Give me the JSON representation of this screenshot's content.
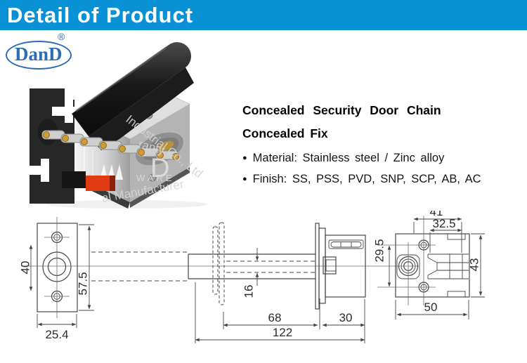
{
  "header": {
    "title": "Detail of Product"
  },
  "logo": {
    "brand": "DanD",
    "registered": "®"
  },
  "info": {
    "bullet_char": "●",
    "title_line1": "Concealed Security Door Chain",
    "title_line2": "Concealed Fix",
    "bullet1": "Material: Stainless steel / Zinc alloy",
    "bullet2": "Finish: SS, PSS, PVD, SNP, SCP, AB, AC"
  },
  "watermark": {
    "w1": "Industrial Co., Ltd",
    "w2": "ranty",
    "w3": "D",
    "w4": "WARE",
    "w5": "al Manufacturer"
  },
  "drawings": {
    "dims": {
      "hole_spacing": "40",
      "plate_height": "57.5",
      "plate_width": "25.4",
      "tube_height": "16",
      "insert_depth": "68",
      "overall_length": "122",
      "body_depth": "30",
      "body_top_width": "41",
      "track_width": "32.5",
      "screw_spacing": "29.5",
      "body_height": "43",
      "body_width": "50"
    }
  },
  "colors": {
    "banner_blue": "#0991d5",
    "logo_blue": "#2b6cb6",
    "line": "#454545",
    "red": "#e23b14"
  }
}
